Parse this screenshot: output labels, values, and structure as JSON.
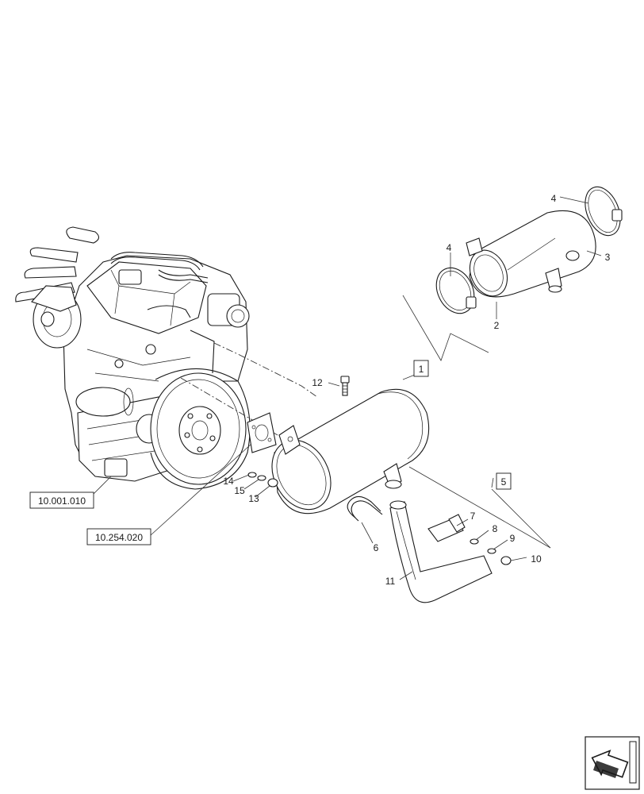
{
  "callouts": {
    "c1": "1",
    "c2": "2",
    "c3": "3",
    "c4a": "4",
    "c4b": "4",
    "c5": "5",
    "c6": "6",
    "c7": "7",
    "c8": "8",
    "c9": "9",
    "c10": "10",
    "c11": "11",
    "c12": "12",
    "c13": "13",
    "c14": "14",
    "c15": "15"
  },
  "references": {
    "engine": "10.001.010",
    "flywheel": "10.254.020"
  },
  "icons": {
    "nav": "back-arrow-icon"
  }
}
